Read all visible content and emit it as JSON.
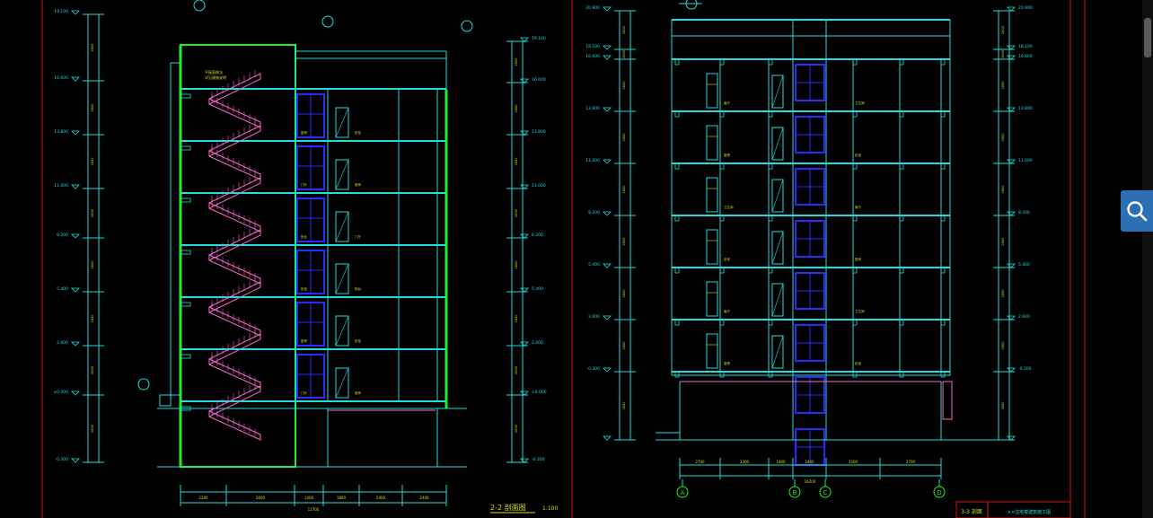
{
  "colors": {
    "background": "#000000",
    "frame_red": "#e01010",
    "wall_green": "#22ee22",
    "line_cyan": "#22dddd",
    "window_blue": "#2a2aff",
    "stair_pink": "#ff66cc",
    "dim_yellow": "#dddd22",
    "search_blue": "#2d6fb3"
  },
  "left_section": {
    "title": "2-2 剖面图",
    "scale": "1:100",
    "floors": 7,
    "left_elevations": [
      "19.100",
      "16.600",
      "13.800",
      "11.000",
      "8.200",
      "5.400",
      "2.600",
      "±0.000",
      "-0.300"
    ],
    "right_elevations": [
      "19.100",
      "16.600",
      "13.800",
      "11.000",
      "8.200",
      "5.400",
      "2.600",
      "±0.000",
      "-0.300"
    ],
    "bottom_dims": [
      "2200",
      "2600",
      "1400",
      "1800",
      "2400",
      "2400"
    ],
    "bottom_total": "12700",
    "room_labels": [
      "阳台",
      "卧室",
      "厨房",
      "门厅"
    ]
  },
  "right_section": {
    "floors": 7,
    "left_elevations": [
      "20.900",
      "18.100",
      "16.600",
      "13.800",
      "11.000",
      "8.200",
      "5.400",
      "2.600",
      "-0.300"
    ],
    "right_elevations": [
      "20.900",
      "18.100",
      "16.600",
      "13.800",
      "11.000",
      "8.200",
      "5.400",
      "2.600",
      "-0.300"
    ],
    "bottom_dims": [
      "2700",
      "3300",
      "1800",
      "2400",
      "3300",
      "2700"
    ],
    "bottom_total": "16200",
    "grid_axes": [
      "A",
      "B",
      "C",
      "D"
    ],
    "room_labels": [
      "卧室",
      "客厅",
      "厨房",
      "卫生间"
    ]
  },
  "title_block": {
    "label": "3-3 剖面",
    "project": "××住宅楼建筑施工图"
  },
  "ui": {
    "search_icon": "search-icon"
  }
}
